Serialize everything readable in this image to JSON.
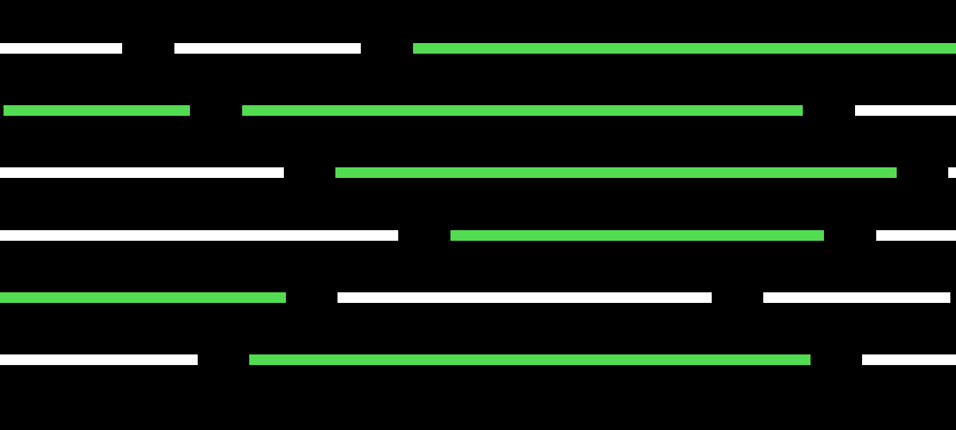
{
  "palette": {
    "background": "#000000",
    "white": "#ffffff",
    "green": "#52dc52"
  },
  "rows": [
    {
      "segments": [
        "white",
        "white",
        "green"
      ]
    },
    {
      "segments": [
        "green",
        "green",
        "white"
      ]
    },
    {
      "segments": [
        "white",
        "green",
        "white"
      ]
    },
    {
      "segments": [
        "white",
        "green",
        "white"
      ]
    },
    {
      "segments": [
        "green",
        "white",
        "white"
      ]
    },
    {
      "segments": [
        "white",
        "green",
        "white"
      ]
    }
  ]
}
